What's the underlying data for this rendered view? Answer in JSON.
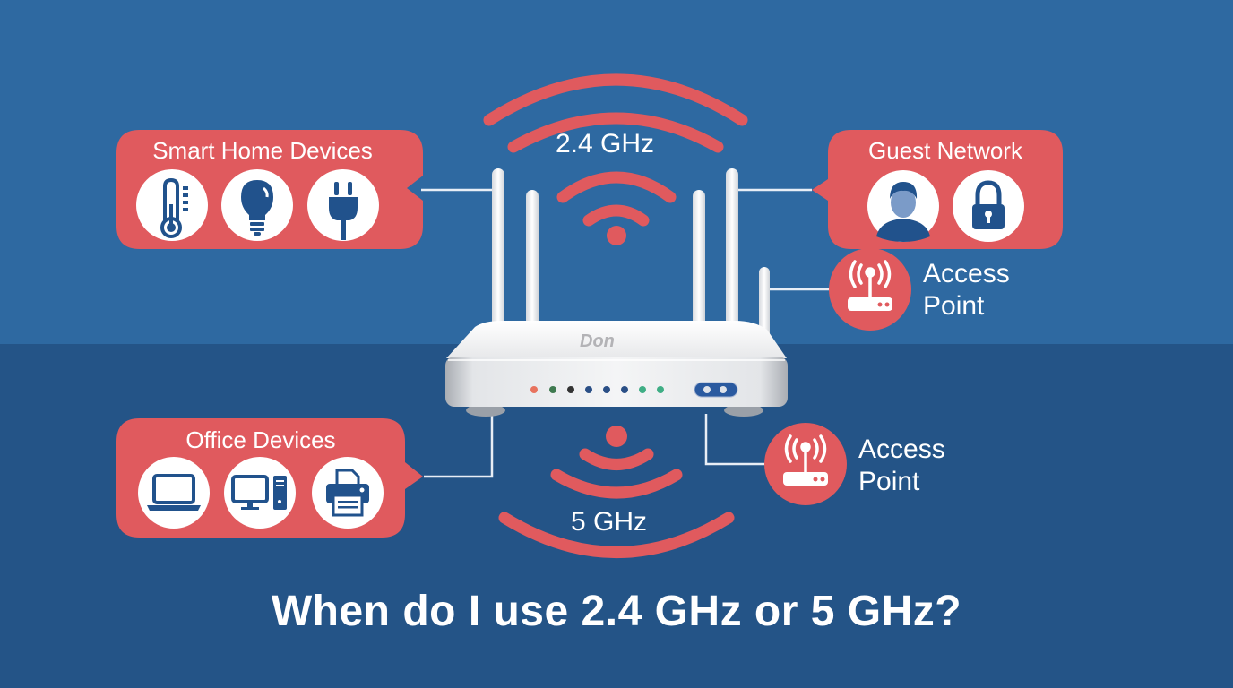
{
  "colors": {
    "background_top": "#2e69a1",
    "background_bottom": "#245487",
    "accent_red": "#e05a5e",
    "icon_blue": "#21528c",
    "text_white": "#ffffff",
    "router_body": "#eeeff1"
  },
  "bands": {
    "band_24": {
      "label": "2.4 GHz",
      "icon": "wifi-signal-icon"
    },
    "band_5": {
      "label": "5 GHz",
      "icon": "wifi-signal-icon"
    }
  },
  "router": {
    "brand": "Don",
    "antennas": 5,
    "leds": [
      "#e8735e",
      "#3f7a50",
      "#333333",
      "#2a4f86",
      "#2a4f86",
      "#2a4f86",
      "#3fae85",
      "#3fae85"
    ],
    "button_icon": "power-toggle-icon"
  },
  "panels": {
    "smart_home": {
      "title": "Smart Home Devices",
      "icons": [
        "thermometer-icon",
        "light-bulb-icon",
        "plug-icon"
      ]
    },
    "guest": {
      "title": "Guest Network",
      "icons": [
        "user-icon",
        "lock-icon"
      ]
    },
    "office": {
      "title": "Office Devices",
      "icons": [
        "laptop-icon",
        "desktop-computer-icon",
        "printer-icon"
      ]
    }
  },
  "access_points": [
    {
      "label_line1": "Access",
      "label_line2": "Point",
      "icon": "access-point-icon"
    },
    {
      "label_line1": "Access",
      "label_line2": "Point",
      "icon": "access-point-icon"
    }
  ],
  "headline": "When do I use 2.4 GHz or 5 GHz?"
}
